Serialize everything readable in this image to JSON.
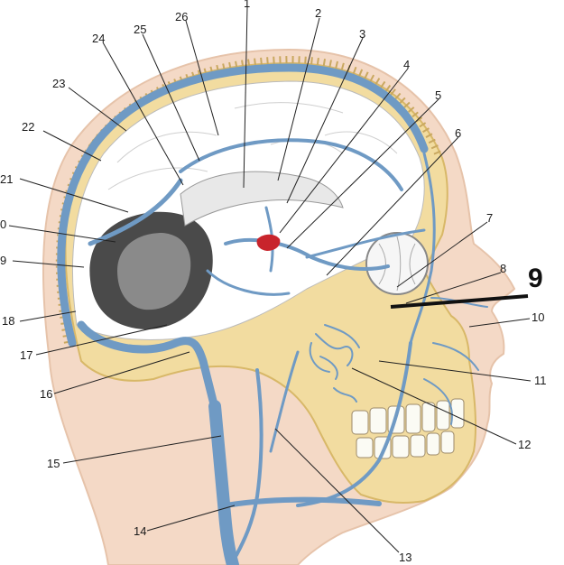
{
  "labels": {
    "l1": "1",
    "l2": "2",
    "l3": "3",
    "l4": "4",
    "l5": "5",
    "l6": "6",
    "l7": "7",
    "l8": "8",
    "l9": "9",
    "l10": "10",
    "l11": "11",
    "l12": "12",
    "l13": "13",
    "l14": "14",
    "l15": "15",
    "l16": "16",
    "l17": "17",
    "l18": "18",
    "l19": "9",
    "l20": "0",
    "l21": "21",
    "l22": "22",
    "l23": "23",
    "l24": "24",
    "l25": "25",
    "l26": "26"
  },
  "colors": {
    "skin": "#f4d9c6",
    "bone": "#f2dca0",
    "bone_dark": "#d8b868",
    "vein": "#6f9ac4",
    "vein_dark": "#4f7fb0",
    "brain": "#ffffff",
    "dark": "#3a3a3a",
    "red": "#c8242c"
  }
}
